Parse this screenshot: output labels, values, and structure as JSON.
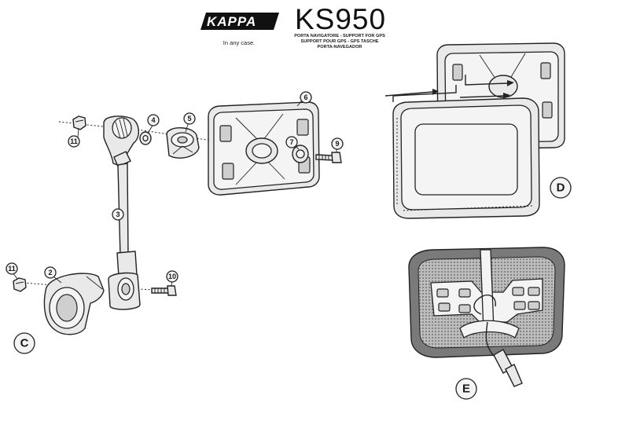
{
  "header": {
    "brand": "KAPPA",
    "tagline": "In any case.",
    "model": "KS950",
    "subtitles": [
      "PORTA NAVIGATORE - SUPPORT FOR GPS",
      "SUPPORT POUR GPS - GPS TASCHE",
      "PORTA-NAVEGADOR"
    ]
  },
  "callouts": {
    "c2": "2",
    "c3": "3",
    "c4": "4",
    "c5": "5",
    "c6": "6",
    "c7": "7",
    "c9": "9",
    "c10": "10",
    "c11a": "11",
    "c11b": "11"
  },
  "sections": {
    "c": "C",
    "d": "D",
    "e": "E"
  },
  "colors": {
    "line": "#222222",
    "fill": "#e9e9e9",
    "mesh": "#9a9a9a",
    "pad": "#7a7a7a"
  }
}
